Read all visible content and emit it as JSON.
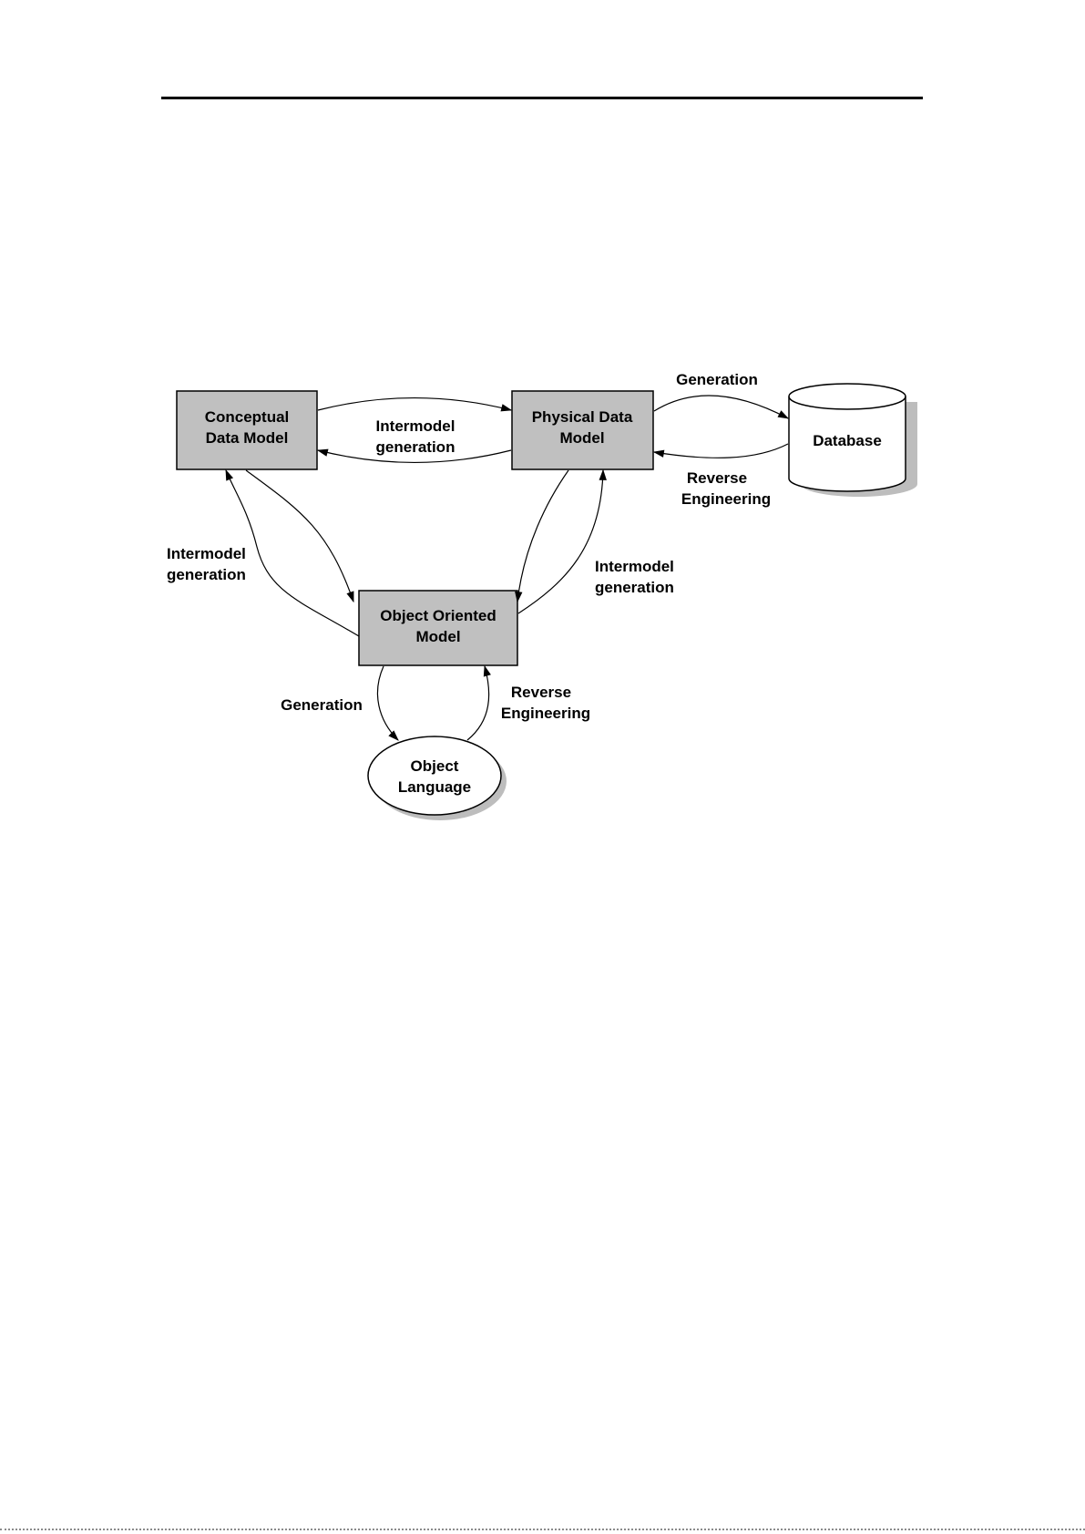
{
  "nodes": {
    "cdm": {
      "line1": "Conceptual",
      "line2": "Data Model"
    },
    "pdm": {
      "line1": "Physical Data",
      "line2": "Model"
    },
    "oom": {
      "line1": "Object Oriented",
      "line2": "Model"
    },
    "db": {
      "label": "Database"
    },
    "ol": {
      "line1": "Object",
      "line2": "Language"
    }
  },
  "edges": {
    "cdm_pdm": {
      "line1": "Intermodel",
      "line2": "generation"
    },
    "pdm_db": {
      "label": "Generation"
    },
    "db_pdm": {
      "line1": "Reverse",
      "line2": "Engineering"
    },
    "cdm_oom": {
      "line1": "Intermodel",
      "line2": "generation"
    },
    "pdm_oom": {
      "line1": "Intermodel",
      "line2": "generation"
    },
    "oom_ol": {
      "label": "Generation"
    },
    "ol_oom": {
      "line1": "Reverse",
      "line2": "Engineering"
    }
  },
  "colors": {
    "box_fill": "#c0c0c0",
    "shadow": "#bdbdbd",
    "line": "#000000"
  }
}
